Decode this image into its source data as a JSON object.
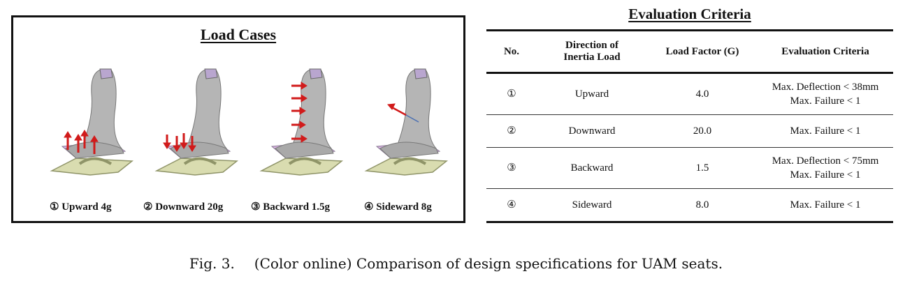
{
  "load_cases": {
    "title": "Load Cases",
    "cases": [
      {
        "label": "① Upward 4g"
      },
      {
        "label": "② Downward 20g"
      },
      {
        "label": "③ Backward 1.5g"
      },
      {
        "label": "④ Sideward 8g"
      }
    ]
  },
  "evaluation": {
    "title": "Evaluation Criteria",
    "headers": {
      "no": "No.",
      "direction_line1": "Direction of",
      "direction_line2": "Inertia Load",
      "load_factor": "Load Factor (G)",
      "criteria": "Evaluation Criteria"
    },
    "rows": [
      {
        "no": "①",
        "direction": "Upward",
        "load_factor": "4.0",
        "criteria_line1": "Max. Deflection < 38mm",
        "criteria_line2": "Max. Failure < 1"
      },
      {
        "no": "②",
        "direction": "Downward",
        "load_factor": "20.0",
        "criteria_line1": "Max. Failure < 1",
        "criteria_line2": ""
      },
      {
        "no": "③",
        "direction": "Backward",
        "load_factor": "1.5",
        "criteria_line1": "Max. Deflection < 75mm",
        "criteria_line2": "Max. Failure < 1"
      },
      {
        "no": "④",
        "direction": "Sideward",
        "load_factor": "8.0",
        "criteria_line1": "Max. Failure < 1",
        "criteria_line2": ""
      }
    ]
  },
  "caption": {
    "fig": "Fig. 3.",
    "text": "(Color online) Comparison of design specifications for UAM seats."
  },
  "colors": {
    "seat_gray": "#b5b5b5",
    "cushion_pink": "#d8b4e2",
    "base_green": "#d9dcb0",
    "arrow_red": "#d11a1a",
    "headrest_purple": "#b9a6cf"
  }
}
